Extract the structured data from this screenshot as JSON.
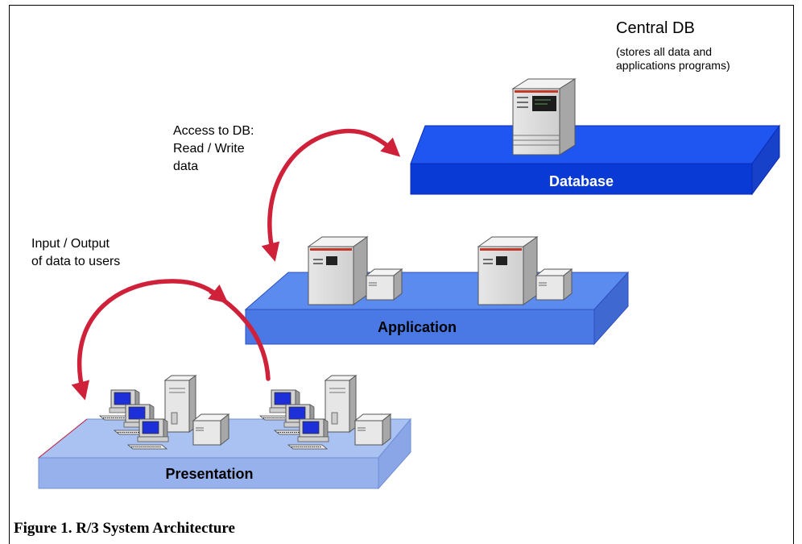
{
  "central_db": {
    "title": "Central DB",
    "subtitle": "(stores all data and\napplications programs)"
  },
  "notes": {
    "access": "Access to DB:\nRead / Write\ndata",
    "io": "Input / Output\nof data to users"
  },
  "platforms": {
    "database": "Database",
    "application": "Application",
    "presentation": "Presentation"
  },
  "caption": "Figure 1. R/3 System Architecture",
  "colors": {
    "database_top": "#1f56f2",
    "database_front": "#0a3ad6",
    "application_top": "#5b8bee",
    "application_front": "#4a78e4",
    "presentation_top": "#a9c2f2",
    "presentation_front": "#97b1ec",
    "arrow": "#d0213a"
  },
  "icons": [
    "server-icon",
    "desktop-pc-icon",
    "tower-computer-icon",
    "disk-unit-icon"
  ]
}
